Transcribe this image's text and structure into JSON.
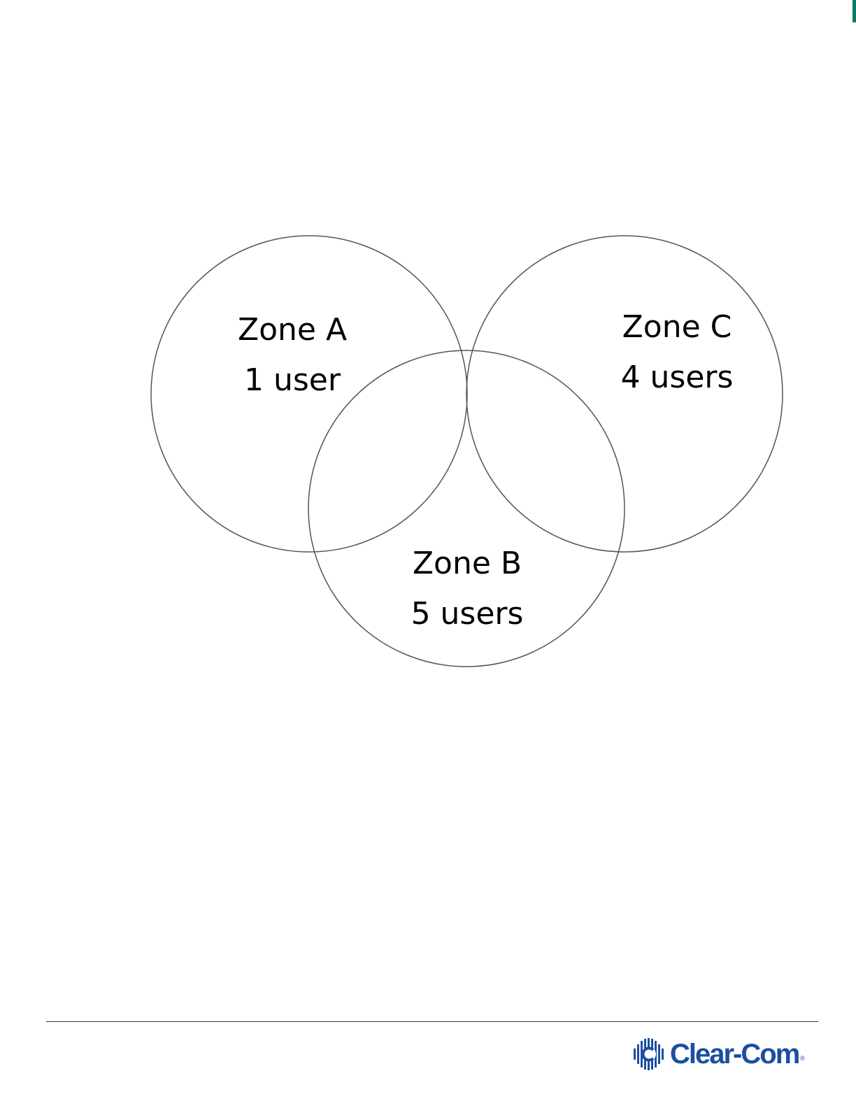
{
  "zones": {
    "a": {
      "name": "Zone A",
      "users": "1 user"
    },
    "b": {
      "name": "Zone B",
      "users": "5 users"
    },
    "c": {
      "name": "Zone C",
      "users": "4 users"
    }
  },
  "footer": {
    "logo_text": "Clear-Com",
    "registered_mark": "®"
  },
  "colors": {
    "circle_stroke": "#555555",
    "brand_blue": "#1a4fa0",
    "sidebar_accent": "#0a7a6a"
  }
}
